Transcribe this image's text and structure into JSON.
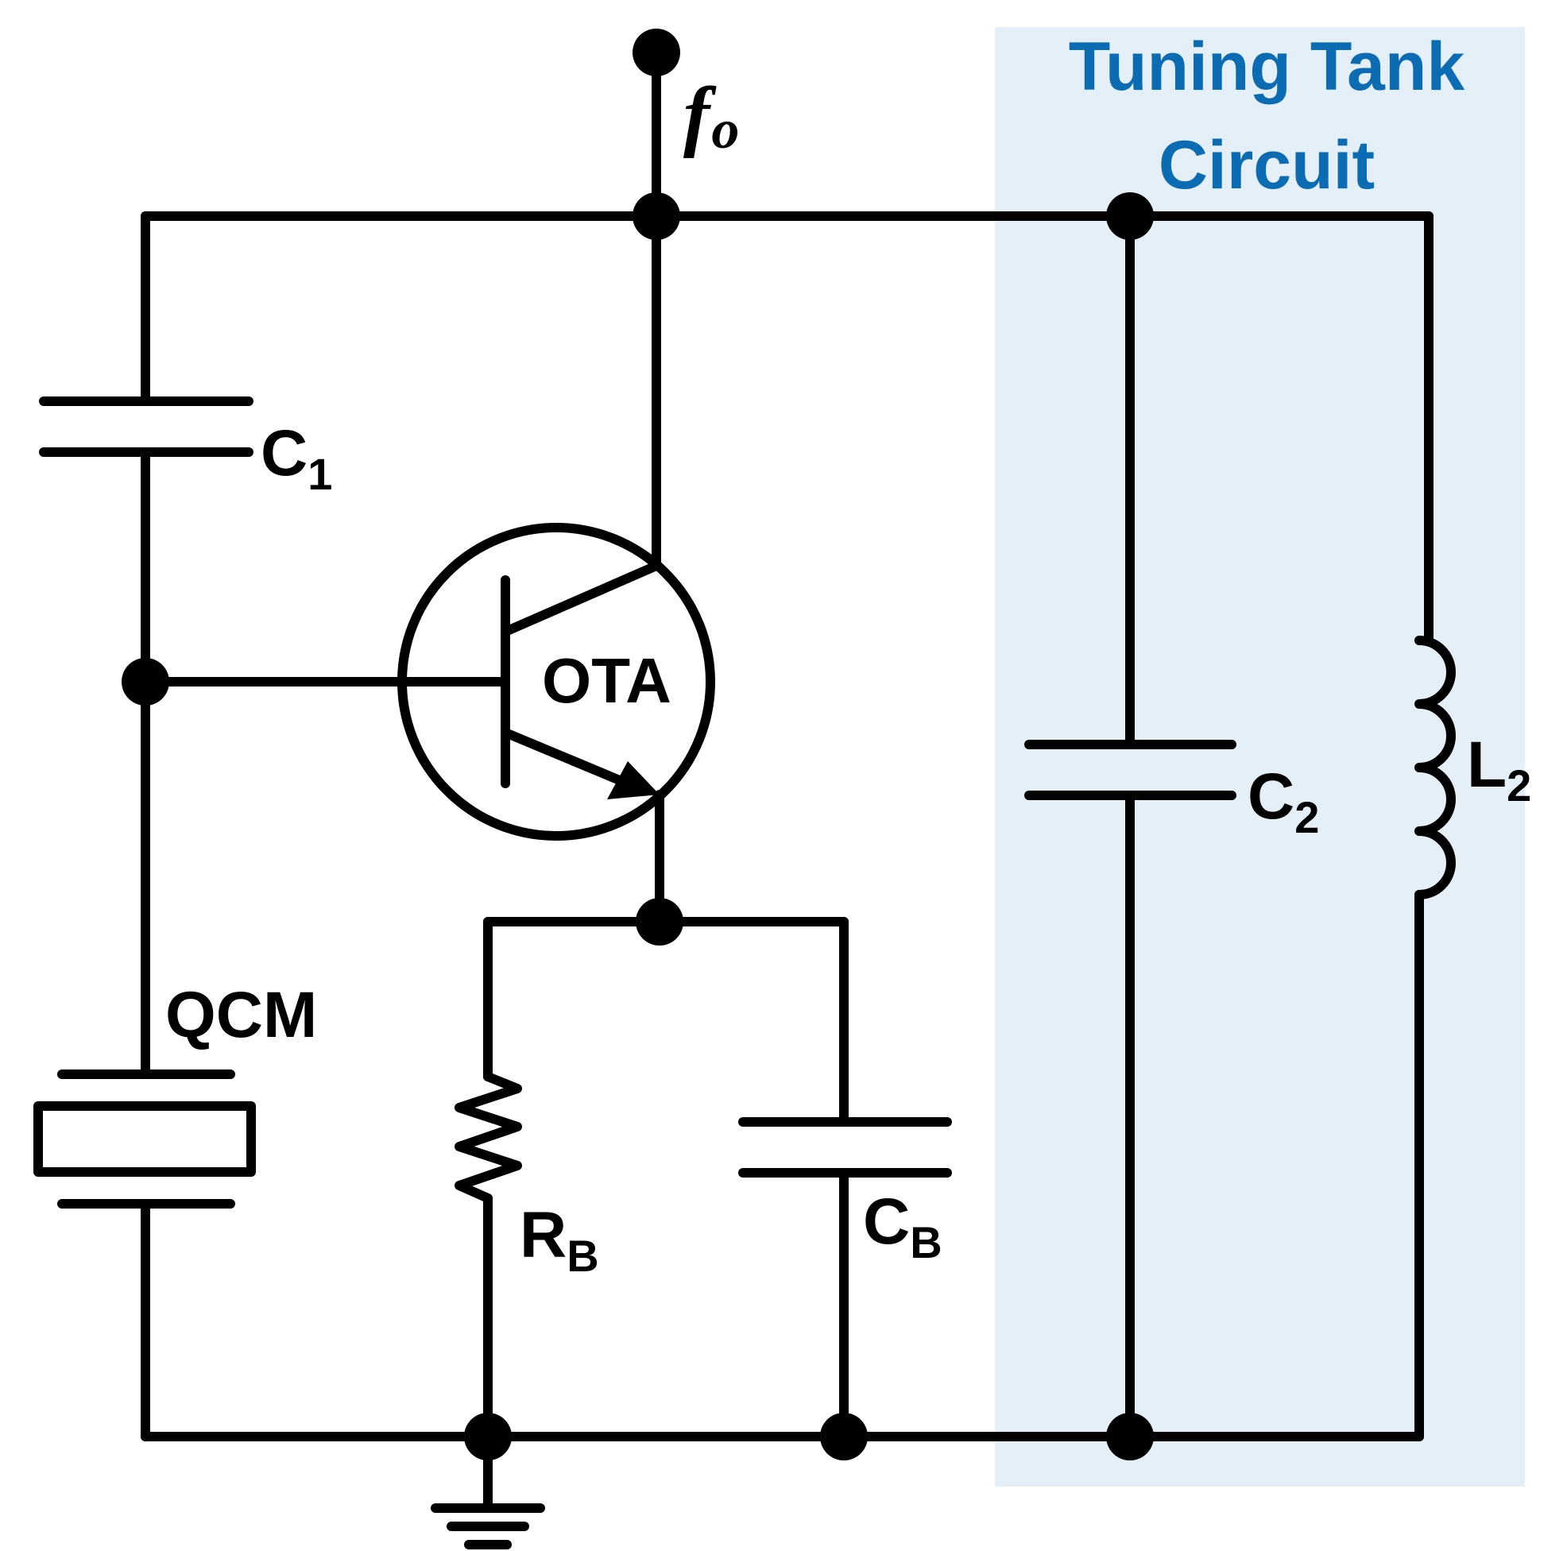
{
  "colors": {
    "wire": "#000000",
    "tank_background": "#e4eff7",
    "tank_title": "#0b6cb4"
  },
  "labels": {
    "tank_title_line1": "Tuning Tank",
    "tank_title_line2": "Circuit",
    "output_main": "f",
    "output_sub": "o",
    "c1_main": "C",
    "c1_sub": "1",
    "c2_main": "C",
    "c2_sub": "2",
    "l2_main": "L",
    "l2_sub": "2",
    "rb_main": "R",
    "rb_sub": "B",
    "cb_main": "C",
    "cb_sub": "B",
    "qcm": "QCM",
    "ota": "OTA"
  }
}
